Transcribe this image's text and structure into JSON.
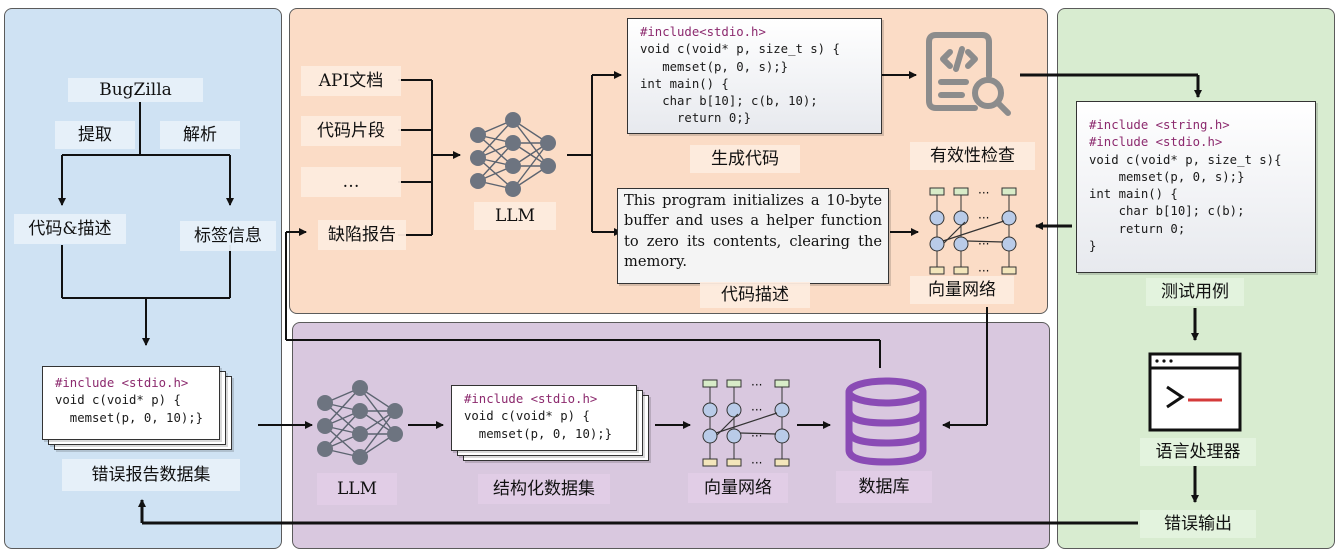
{
  "left": {
    "source": "BugZilla",
    "extract": "提取",
    "parse": "解析",
    "code_desc": "代码&描述",
    "tag_info": "标签信息",
    "dataset_label": "错误报告数据集",
    "code": [
      "#include <stdio.h>",
      "void c(void* p) {",
      "  memset(p, 0, 10);}"
    ]
  },
  "top": {
    "inputs": [
      "API文档",
      "代码片段",
      "…",
      "缺陷报告"
    ],
    "llm": "LLM",
    "gen_code_label": "生成代码",
    "validity_label": "有效性检查",
    "code_desc_label": "代码描述",
    "vector_label": "向量网络",
    "description": "This program initializes a 10-byte buffer and uses a helper function to zero its contents, clearing the memory.",
    "code": [
      "#include<stdio.h>",
      "void c(void* p, size_t s) {",
      "   memset(p, 0, s);}",
      "int main() {",
      "   char b[10]; c(b, 10);",
      "     return 0;}"
    ]
  },
  "bottom": {
    "llm": "LLM",
    "structured_label": "结构化数据集",
    "vector_label": "向量网络",
    "db_label": "数据库",
    "code": [
      "#include <stdio.h>",
      "void c(void* p) {",
      "  memset(p, 0, 10);}"
    ]
  },
  "right": {
    "testcase_label": "测试用例",
    "processor_label": "语言处理器",
    "error_output": "错误输出",
    "code": [
      "#include <string.h>",
      "#include <stdio.h>",
      "void c(void* p, size_t s){",
      "    memset(p, 0, s);}",
      "int main() {",
      "    char b[10]; c(b);",
      "    return 0;",
      "}"
    ]
  },
  "colors": {
    "left_panel": "#cfe2f3",
    "top_panel": "#fbdcc6",
    "bottom_panel": "#d9c8df",
    "right_panel": "#d8ecd0",
    "database": "#8a4bb5",
    "terminal_cursor": "#d43a3a"
  }
}
